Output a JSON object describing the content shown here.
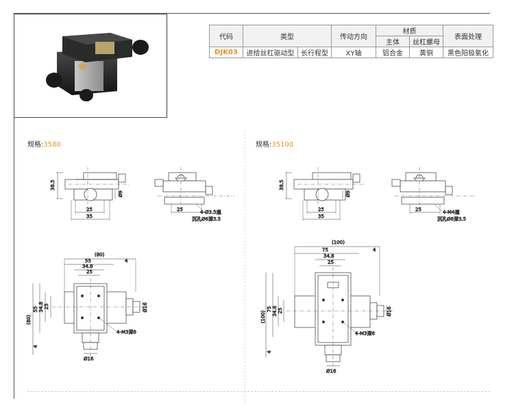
{
  "table": {
    "headers": {
      "code": "代码",
      "type": "类型",
      "direction": "传动方向",
      "material": "材质",
      "material_body": "主体",
      "material_nut": "丝杠螺母",
      "surface": "表面处理"
    },
    "row": {
      "code": "DJK03",
      "drive": "进给丝杠驱动型",
      "stroke": "长行程型",
      "direction": "XY轴",
      "body": "铝合金",
      "nut": "黄铜",
      "surface": "黑色阳极氧化"
    }
  },
  "left_spec": {
    "label": "规格:",
    "value": "3580",
    "dims": {
      "h38": "38.5",
      "d9": "Ø9",
      "w25a": "25",
      "w35": "35",
      "w25b": "25",
      "hole1": "4-Ø3.5通",
      "hole2": "沉孔Ø6深3.5",
      "p80": "(80)",
      "p55": "55",
      "p348": "34.8",
      "p25": "25",
      "p4": "4",
      "v80": "(80)",
      "v55": "55",
      "v348": "34.8",
      "v25": "25",
      "v4": "4",
      "d16r": "Ø16",
      "d16b": "Ø16",
      "tap": "4-M3深6"
    }
  },
  "right_spec": {
    "label": "规格:",
    "value": "35100",
    "dims": {
      "h38": "38.5",
      "d9": "Ø9",
      "w25a": "25",
      "w35": "35",
      "w25b": "25",
      "hole1": "4-M4通",
      "hole2": "沉孔Ø6深3.5",
      "p100": "(100)",
      "p75": "75",
      "p348": "34.8",
      "p25": "25",
      "p4": "4",
      "v100": "(100)",
      "v75": "75",
      "v348": "34.8",
      "v25": "25",
      "v4": "4",
      "d16r": "Ø16",
      "d16b": "Ø16",
      "tap": "4-M3深6"
    }
  }
}
